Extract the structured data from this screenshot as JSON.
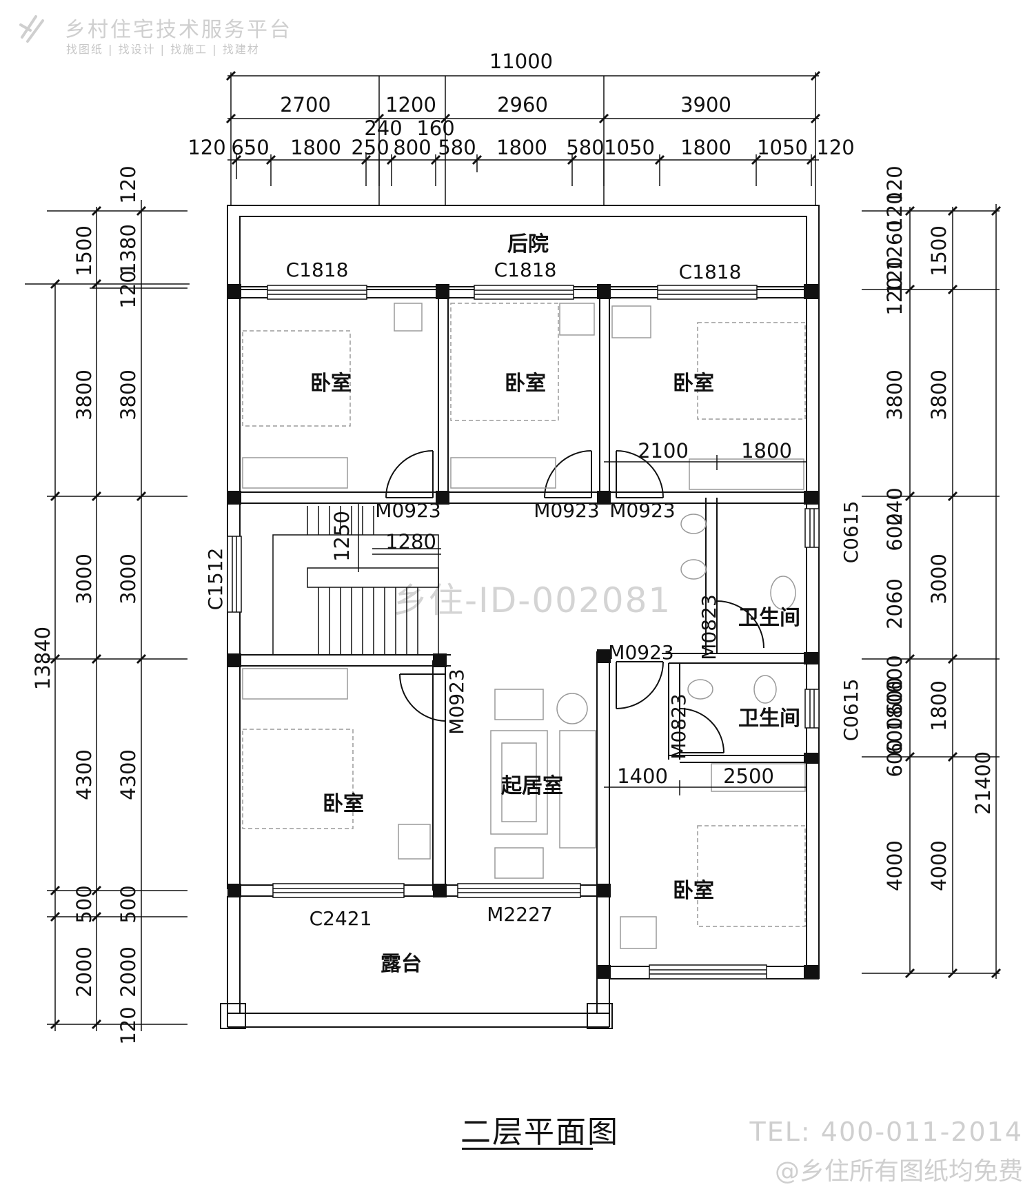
{
  "brand": {
    "name": "乡村住宅技术服务平台",
    "tagline": "找图纸 | 找设计 | 找施工 | 找建材"
  },
  "drawing": {
    "title": "二层平面图",
    "watermark_id": "乡住-ID-002081",
    "contact": "TEL: 400-011-2014",
    "note": "@乡住所有图纸均免费"
  },
  "dims": {
    "total_width": "11000",
    "top_row1": [
      "2700",
      "1200",
      "2960",
      "3900"
    ],
    "top_row1b": [
      "240",
      "160"
    ],
    "top_row2": [
      "120",
      "650",
      "1800",
      "250",
      "800",
      "580",
      "1800",
      "580",
      "1050",
      "1800",
      "1050",
      "120"
    ],
    "left_outer": [
      "1500",
      "3800",
      "3000",
      "4300",
      "500",
      "2000"
    ],
    "left_total": "13840",
    "left_inner": [
      "120",
      "1380",
      "120",
      "3800",
      "3000",
      "4300",
      "500",
      "2000",
      "120"
    ],
    "right_inner": [
      "120",
      "120",
      "1260",
      "120",
      "120",
      "3800",
      "600",
      "240",
      "2060",
      "600",
      "600",
      "1800",
      "600",
      "600",
      "4000"
    ],
    "right_outer": [
      "1500",
      "3800",
      "3000",
      "1800",
      "4000"
    ],
    "right_total": "21400",
    "inner": [
      "2100",
      "1800",
      "1250",
      "1280",
      "1400",
      "2500"
    ]
  },
  "rooms": [
    "后院",
    "卧室",
    "卧室",
    "卧室",
    "卫生间",
    "卫生间",
    "起居室",
    "卧室",
    "卧室",
    "露台"
  ],
  "openings": [
    "C1818",
    "C1818",
    "C1818",
    "C1512",
    "C0615",
    "C0615",
    "C2421",
    "M2227",
    "M0923",
    "M0923",
    "M0923",
    "M0923",
    "M0923",
    "M0823",
    "M0823"
  ]
}
